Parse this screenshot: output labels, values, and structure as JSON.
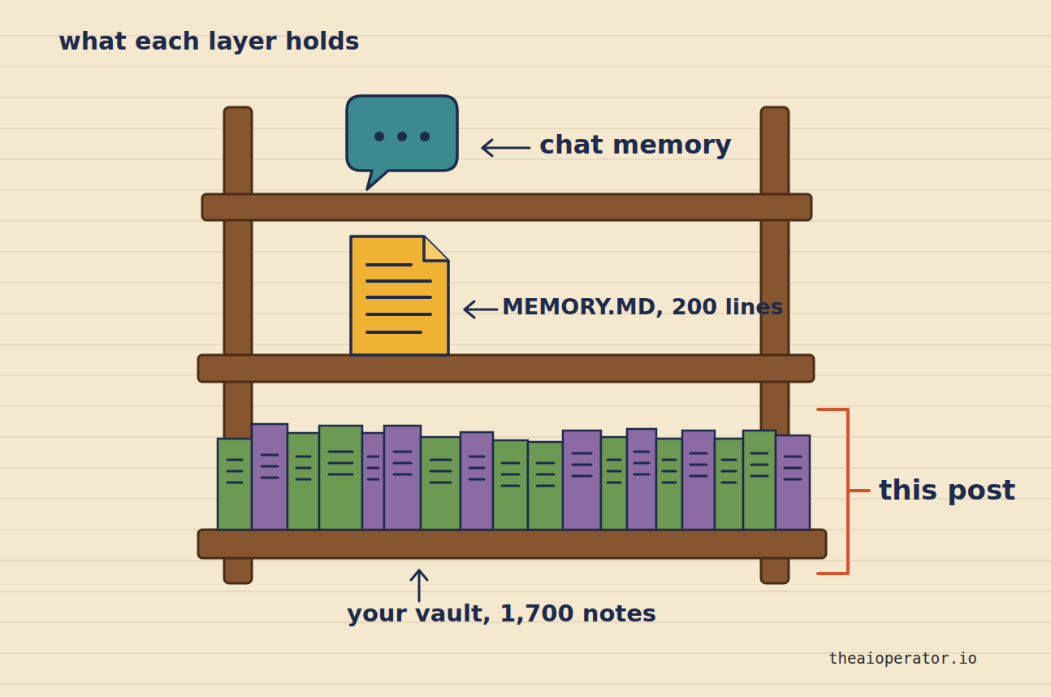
{
  "diagram": {
    "title": "what each layer holds",
    "labels": [
      "chat memory",
      "MEMORY.MD, 200 lines",
      "this post",
      "your vault, 1,700 notes",
      "theaioperator.io"
    ]
  }
}
